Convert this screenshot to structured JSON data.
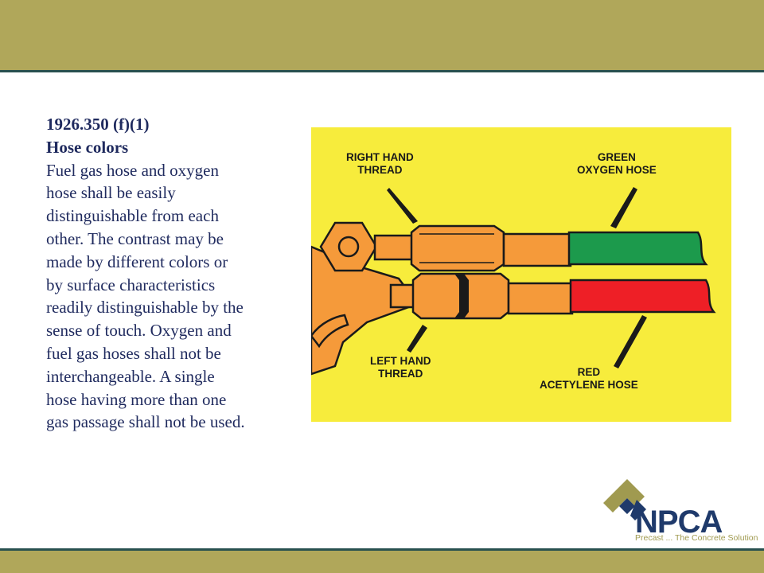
{
  "text": {
    "line1": "1926.350 (f)(1)",
    "line2": "Hose colors",
    "body": [
      "Fuel gas hose and oxygen",
      "hose shall be easily",
      "distinguishable from each",
      "other. The contrast may be",
      "made by different colors or",
      "by surface characteristics",
      "readily distinguishable by the",
      "sense of touch.  Oxygen and",
      "fuel gas hoses shall not be",
      "interchangeable. A single",
      "hose having more than one",
      "gas passage shall not be used."
    ]
  },
  "diagram": {
    "labels": {
      "right_hand_thread": [
        "RIGHT HAND",
        "THREAD"
      ],
      "green_oxygen_hose": [
        "GREEN",
        "OXYGEN HOSE"
      ],
      "left_hand_thread": [
        "LEFT HAND",
        "THREAD"
      ],
      "red_acetylene_hose": [
        "RED",
        "ACETYLENE HOSE"
      ]
    },
    "colors": {
      "background": "#f7ec3c",
      "fitting": "#f59a3a",
      "oxygen_hose": "#1c9a4c",
      "acetylene_hose": "#ee1f26"
    }
  },
  "logo": {
    "word": "NPCA",
    "tagline": "Precast ... The Concrete Solution"
  },
  "theme": {
    "band": "#b0a75a",
    "band_line": "#28504f",
    "text": "#1f2a5e"
  }
}
